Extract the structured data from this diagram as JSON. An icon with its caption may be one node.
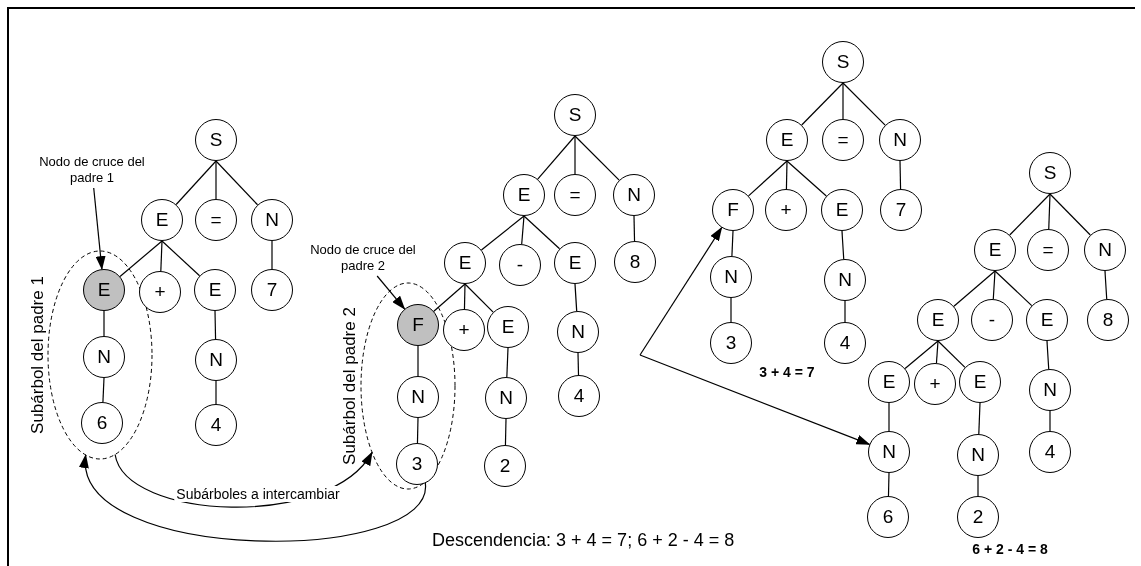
{
  "diagram": {
    "nodes": [
      {
        "text": [
          "Nodo de cruce del padre 1"
        ]
      },
      {
        "text": [
          "Subárbol del padre 1"
        ]
      },
      {
        "text": [
          "S"
        ]
      },
      {
        "text": [
          "E"
        ]
      },
      {
        "text": [
          "="
        ]
      },
      {
        "text": [
          "N"
        ]
      },
      {
        "text": [
          "E"
        ],
        "in": 1
      },
      {
        "text": [
          "+"
        ]
      },
      {
        "text": [
          "E"
        ]
      },
      {
        "text": [
          "7"
        ]
      },
      {
        "text": [
          "N"
        ],
        "in": 1
      },
      {
        "text": [
          "6"
        ],
        "in": 1
      },
      {
        "text": [
          "N"
        ]
      },
      {
        "text": [
          "4"
        ]
      },
      {
        "text": [
          "Nodo de cruce del padre 2"
        ]
      },
      {
        "text": [
          "Subárbol del padre 2"
        ]
      },
      {
        "text": [
          "S"
        ]
      },
      {
        "text": [
          "E"
        ]
      },
      {
        "text": [
          "="
        ]
      },
      {
        "text": [
          "N"
        ]
      },
      {
        "text": [
          "E"
        ]
      },
      {
        "text": [
          "-"
        ]
      },
      {
        "text": [
          "E"
        ]
      },
      {
        "text": [
          "8"
        ]
      },
      {
        "text": [
          "F"
        ],
        "in": 15
      },
      {
        "text": [
          "+"
        ]
      },
      {
        "text": [
          "E"
        ]
      },
      {
        "text": [
          "N"
        ]
      },
      {
        "text": [
          "N"
        ],
        "in": 15
      },
      {
        "text": [
          "N"
        ]
      },
      {
        "text": [
          "4"
        ]
      },
      {
        "text": [
          "3"
        ],
        "in": 15
      },
      {
        "text": [
          "2"
        ]
      },
      {
        "text": [
          "S"
        ]
      },
      {
        "text": [
          "E"
        ]
      },
      {
        "text": [
          "="
        ]
      },
      {
        "text": [
          "N"
        ]
      },
      {
        "text": [
          "F"
        ]
      },
      {
        "text": [
          "+"
        ]
      },
      {
        "text": [
          "E"
        ]
      },
      {
        "text": [
          "7"
        ]
      },
      {
        "text": [
          "N"
        ]
      },
      {
        "text": [
          "N"
        ]
      },
      {
        "text": [
          "3"
        ]
      },
      {
        "text": [
          "4"
        ]
      },
      {
        "text": [
          "S"
        ]
      },
      {
        "text": [
          "E"
        ]
      },
      {
        "text": [
          "="
        ]
      },
      {
        "text": [
          "N"
        ]
      },
      {
        "text": [
          "E"
        ]
      },
      {
        "text": [
          "-"
        ]
      },
      {
        "text": [
          "E"
        ]
      },
      {
        "text": [
          "8"
        ]
      },
      {
        "text": [
          "E"
        ]
      },
      {
        "text": [
          "+"
        ]
      },
      {
        "text": [
          "E"
        ]
      },
      {
        "text": [
          "N"
        ]
      },
      {
        "text": [
          "N"
        ]
      },
      {
        "text": [
          "N"
        ]
      },
      {
        "text": [
          "4"
        ]
      },
      {
        "text": [
          "6"
        ]
      },
      {
        "text": [
          "2"
        ]
      }
    ],
    "edges": [
      {
        "from": 2,
        "to": 3,
        "arrow": "none"
      },
      {
        "from": 2,
        "to": 4,
        "arrow": "none"
      },
      {
        "from": 2,
        "to": 5,
        "arrow": "none"
      },
      {
        "from": 3,
        "to": 6,
        "arrow": "none"
      },
      {
        "from": 3,
        "to": 7,
        "arrow": "none"
      },
      {
        "from": 3,
        "to": 8,
        "arrow": "none"
      },
      {
        "from": 5,
        "to": 9,
        "arrow": "none"
      },
      {
        "from": 6,
        "to": 10,
        "arrow": "none"
      },
      {
        "from": 10,
        "to": 11,
        "arrow": "none"
      },
      {
        "from": 8,
        "to": 12,
        "arrow": "none"
      },
      {
        "from": 12,
        "to": 13,
        "arrow": "none"
      },
      {
        "from": 16,
        "to": 17,
        "arrow": "none"
      },
      {
        "from": 16,
        "to": 18,
        "arrow": "none"
      },
      {
        "from": 16,
        "to": 19,
        "arrow": "none"
      },
      {
        "from": 17,
        "to": 20,
        "arrow": "none"
      },
      {
        "from": 17,
        "to": 21,
        "arrow": "none"
      },
      {
        "from": 17,
        "to": 22,
        "arrow": "none"
      },
      {
        "from": 19,
        "to": 23,
        "arrow": "none"
      },
      {
        "from": 20,
        "to": 24,
        "arrow": "none"
      },
      {
        "from": 20,
        "to": 25,
        "arrow": "none"
      },
      {
        "from": 20,
        "to": 26,
        "arrow": "none"
      },
      {
        "from": 22,
        "to": 27,
        "arrow": "none"
      },
      {
        "from": 24,
        "to": 28,
        "arrow": "none"
      },
      {
        "from": 26,
        "to": 29,
        "arrow": "none"
      },
      {
        "from": 27,
        "to": 30,
        "arrow": "none"
      },
      {
        "from": 28,
        "to": 31,
        "arrow": "none"
      },
      {
        "from": 29,
        "to": 32,
        "arrow": "none"
      },
      {
        "from": 33,
        "to": 34,
        "arrow": "none"
      },
      {
        "from": 33,
        "to": 35,
        "arrow": "none"
      },
      {
        "from": 33,
        "to": 36,
        "arrow": "none"
      },
      {
        "from": 34,
        "to": 37,
        "arrow": "none"
      },
      {
        "from": 34,
        "to": 38,
        "arrow": "none"
      },
      {
        "from": 34,
        "to": 39,
        "arrow": "none"
      },
      {
        "from": 36,
        "to": 40,
        "arrow": "none"
      },
      {
        "from": 37,
        "to": 41,
        "arrow": "none"
      },
      {
        "from": 39,
        "to": 42,
        "arrow": "none"
      },
      {
        "from": 41,
        "to": 43,
        "arrow": "none"
      },
      {
        "from": 42,
        "to": 44,
        "arrow": "none"
      },
      {
        "from": 45,
        "to": 46,
        "arrow": "none"
      },
      {
        "from": 45,
        "to": 47,
        "arrow": "none"
      },
      {
        "from": 45,
        "to": 48,
        "arrow": "none"
      },
      {
        "from": 46,
        "to": 49,
        "arrow": "none"
      },
      {
        "from": 46,
        "to": 50,
        "arrow": "none"
      },
      {
        "from": 46,
        "to": 51,
        "arrow": "none"
      },
      {
        "from": 48,
        "to": 52,
        "arrow": "none"
      },
      {
        "from": 49,
        "to": 53,
        "arrow": "none"
      },
      {
        "from": 49,
        "to": 54,
        "arrow": "none"
      },
      {
        "from": 49,
        "to": 55,
        "arrow": "none"
      },
      {
        "from": 51,
        "to": 56,
        "arrow": "none"
      },
      {
        "from": 53,
        "to": 57,
        "arrow": "none"
      },
      {
        "from": 55,
        "to": 58,
        "arrow": "none"
      },
      {
        "from": 56,
        "to": 59,
        "arrow": "none"
      },
      {
        "from": 57,
        "to": 60,
        "arrow": "none"
      },
      {
        "from": 58,
        "to": 61,
        "arrow": "none"
      },
      {
        "from": 0,
        "to": 6,
        "arrow": "to"
      },
      {
        "from": 14,
        "to": 24,
        "arrow": "to"
      },
      {
        "from": 1,
        "to": 15,
        "arrow": "to",
        "label": "Subárboles a intercambiar"
      },
      {
        "from": 15,
        "to": 1,
        "arrow": "to"
      },
      {
        "from": null,
        "to": 37,
        "arrow": "to"
      },
      {
        "from": null,
        "to": 57,
        "arrow": "to"
      }
    ],
    "labels": [
      "3 + 4 = 7",
      "Descendencia: 3 + 4 = 7; 6 + 2 - 4 = 8",
      "6 + 2 - 4 = 8"
    ]
  }
}
